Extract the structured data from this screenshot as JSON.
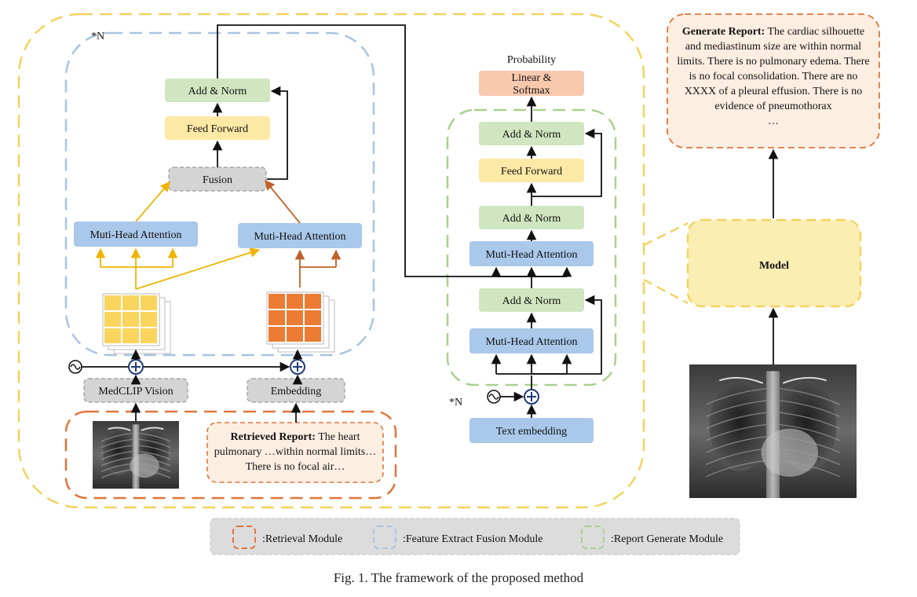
{
  "labels": {
    "repeat_top": "*N",
    "repeat_bottom": "*N",
    "add_norm": "Add & Norm",
    "feed_forward": "Feed Forward",
    "fusion": "Fusion",
    "mha": "Muti-Head Attention",
    "medclip": "MedCLIP Vision",
    "embedding": "Embedding",
    "probability": "Probability",
    "linear": "Linear &",
    "softmax": "Softmax",
    "text_embedding": "Text embedding",
    "model": "Model"
  },
  "retrieved_report": {
    "label": "Retrieved Report:",
    "text": " The heart pulmonary …within normal limits…There is no focal air…"
  },
  "generated_report": {
    "label": "Generate Report:",
    "text": " The cardiac silhouette and mediastinum size are within normal limits. There is no pulmonary edema. There is no focal consolidation. There are no XXXX of a pleural effusion. There is no evidence of pneumothorax",
    "ellipsis": "…"
  },
  "legend": {
    "retrieval": ":Retrieval Module",
    "feature": ":Feature Extract Fusion Module",
    "report": ":Report Generate Module"
  },
  "caption": "Fig. 1.  The framework of the proposed method",
  "colors": {
    "green": "#cfe6c0",
    "yellow": "#fde9a6",
    "gray": "#d4d4d4",
    "blue": "#a9c8ea",
    "salmon": "#f8c9ad",
    "cream": "#fdeee2",
    "model_fill": "#fbeeb2",
    "yellow_dash": "#f3d25e",
    "blue_dash": "#a8c4e2",
    "green_dash": "#a9d18e",
    "orange_dash": "#e0753a",
    "orange_feature": "#ec7c33",
    "yellow_feature": "#fad55e",
    "yellow_arrow": "#f0b400",
    "brown_arrow": "#c0602a"
  }
}
